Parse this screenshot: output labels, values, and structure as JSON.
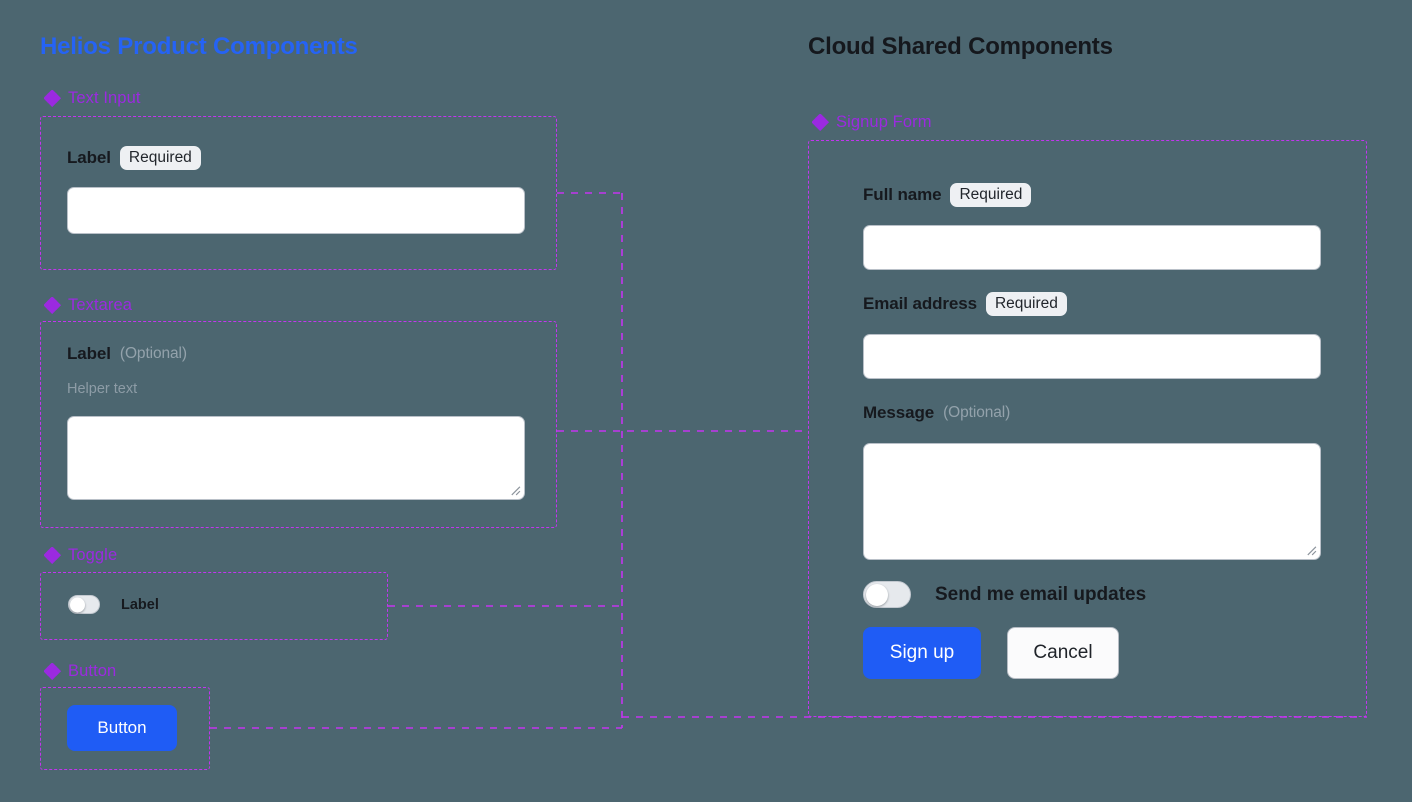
{
  "background_color": "#4c6670",
  "accent_colors": {
    "left_title": "#2563f5",
    "right_title": "#15181d",
    "section_label": "#9b2ae0",
    "frame_border": "#c334f0",
    "primary_button": "#1f5cf5"
  },
  "columns": {
    "left": {
      "title": "Helios Product Components",
      "sections": [
        {
          "icon": "diamond-cluster-icon",
          "label": "Text Input",
          "field": {
            "label": "Label",
            "badge": "Required",
            "value": "",
            "placeholder": ""
          }
        },
        {
          "icon": "diamond-cluster-icon",
          "label": "Textarea",
          "field": {
            "label": "Label",
            "badge": "(Optional)",
            "helper": "Helper text",
            "value": "",
            "placeholder": ""
          }
        },
        {
          "icon": "diamond-cluster-icon",
          "label": "Toggle",
          "field": {
            "label": "Label",
            "state": "off"
          }
        },
        {
          "icon": "diamond-cluster-icon",
          "label": "Button",
          "field": {
            "label": "Button"
          }
        }
      ]
    },
    "right": {
      "title": "Cloud Shared Components",
      "section": {
        "icon": "diamond-cluster-icon",
        "label": "Signup Form"
      },
      "form": {
        "fields": [
          {
            "label": "Full name",
            "badge": "Required",
            "badge_kind": "required",
            "value": "",
            "placeholder": ""
          },
          {
            "label": "Email address",
            "badge": "Required",
            "badge_kind": "required",
            "value": "",
            "placeholder": ""
          },
          {
            "label": "Message",
            "badge": "(Optional)",
            "badge_kind": "optional",
            "value": "",
            "placeholder": ""
          }
        ],
        "toggle": {
          "label": "Send me email updates",
          "state": "off"
        },
        "buttons": {
          "primary": "Sign up",
          "secondary": "Cancel"
        }
      }
    }
  }
}
